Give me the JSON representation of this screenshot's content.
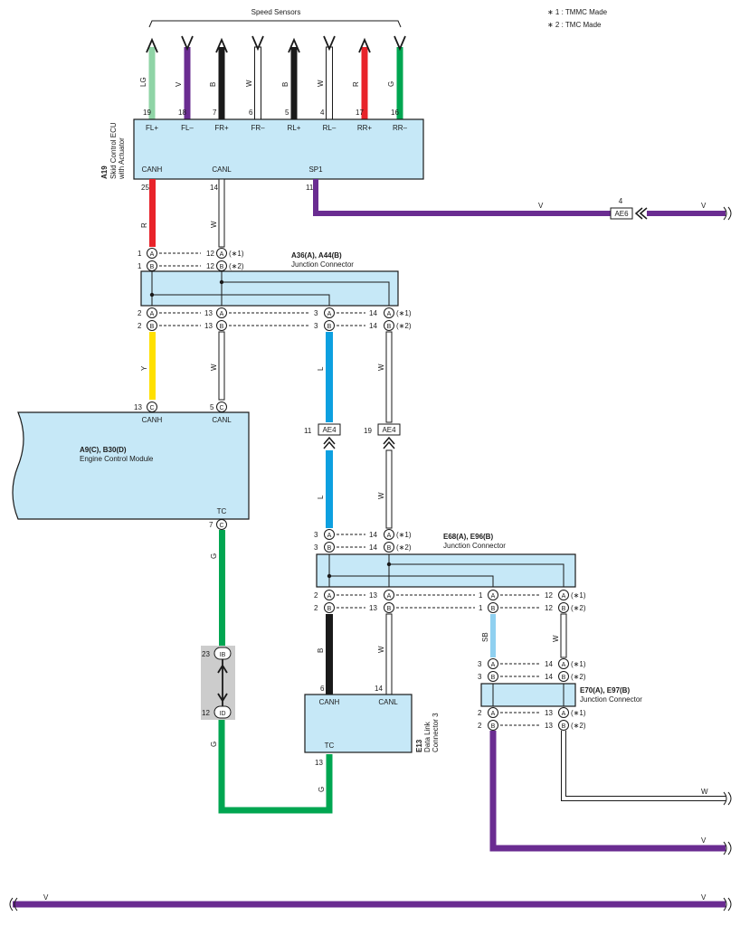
{
  "header": {
    "speed_sensors": "Speed Sensors"
  },
  "notes": {
    "n1": "∗ 1 : TMMC Made",
    "n2": "∗ 2 : TMC Made"
  },
  "colors": {
    "LG": "#8fd4a6",
    "V": "#6a2c91",
    "B": "#1a1a1a",
    "W": "#ffffff",
    "R": "#e8232a",
    "G": "#00a651",
    "Y": "#ffe000",
    "L": "#0da0e0",
    "SB": "#8fd0f0",
    "box": "#c6e8f7",
    "splice": "#cccccc"
  },
  "sensors": [
    {
      "color": "LG",
      "pin": "19",
      "label": "FL+"
    },
    {
      "color": "V",
      "pin": "18",
      "label": "FL–"
    },
    {
      "color": "B",
      "pin": "7",
      "label": "FR+"
    },
    {
      "color": "W",
      "pin": "6",
      "label": "FR–"
    },
    {
      "color": "B",
      "pin": "5",
      "label": "RL+"
    },
    {
      "color": "W",
      "pin": "4",
      "label": "RL–"
    },
    {
      "color": "R",
      "pin": "17",
      "label": "RR+"
    },
    {
      "color": "G",
      "pin": "16",
      "label": "RR–"
    }
  ],
  "a19": {
    "code": "A19",
    "line1": "Skid Control ECU",
    "line2": "with Actuator",
    "canh": "CANH",
    "canl": "CANL",
    "sp1": "SP1",
    "canh_pin": "25",
    "canl_pin": "14",
    "sp1_pin": "11",
    "canh_color": "R",
    "canl_color": "W",
    "sp1_color": "V"
  },
  "ae6": {
    "connector": "AE6",
    "pin": "4",
    "wire_left": "V",
    "wire_right": "V"
  },
  "jc1": {
    "title": "A36(A), A44(B)",
    "subtitle": "Junction Connector",
    "top": [
      {
        "pin": "1",
        "letter": "A",
        "pin2": "12",
        "letter2": "A",
        "note": "(∗1)"
      },
      {
        "pin": "1",
        "letter": "B",
        "pin2": "12",
        "letter2": "B",
        "note": "(∗2)"
      }
    ],
    "bottom": [
      {
        "p1": "2",
        "l1": "A",
        "p2": "13",
        "l2": "A",
        "p3": "3",
        "l3": "A",
        "p4": "14",
        "l4": "A",
        "note": "(∗1)"
      },
      {
        "p1": "2",
        "l1": "B",
        "p2": "13",
        "l2": "B",
        "p3": "3",
        "l3": "B",
        "p4": "14",
        "l4": "B",
        "note": "(∗2)"
      }
    ],
    "wire_y": "Y",
    "wire_w1": "W",
    "wire_l": "L",
    "wire_w2": "W"
  },
  "ecm": {
    "title": "A9(C), B30(D)",
    "subtitle": "Engine Control Module",
    "canh": "CANH",
    "canl": "CANL",
    "tc": "TC",
    "canh_pin": "13",
    "canl_pin": "5",
    "tc_pin": "7",
    "canh_letter": "C",
    "canl_letter": "C",
    "tc_letter": "C",
    "tc_wire": "G"
  },
  "ae4": {
    "connector_l": "AE4",
    "pin_l": "11",
    "connector_r": "AE4",
    "pin_r": "19",
    "wire_l": "L",
    "wire_r": "W"
  },
  "jc2": {
    "title": "E68(A), E96(B)",
    "subtitle": "Junction Connector",
    "top": [
      {
        "pin": "3",
        "letter": "A",
        "pin2": "14",
        "letter2": "A",
        "note": "(∗1)"
      },
      {
        "pin": "3",
        "letter": "B",
        "pin2": "14",
        "letter2": "B",
        "note": "(∗2)"
      }
    ],
    "bottom": [
      {
        "p1": "2",
        "l1": "A",
        "p2": "13",
        "l2": "A",
        "p3": "1",
        "l3": "A",
        "p4": "12",
        "l4": "A",
        "note": "(∗1)"
      },
      {
        "p1": "2",
        "l1": "B",
        "p2": "13",
        "l2": "B",
        "p3": "1",
        "l3": "B",
        "p4": "12",
        "l4": "B",
        "note": "(∗2)"
      }
    ],
    "wire_b": "B",
    "wire_w1": "W",
    "wire_sb": "SB",
    "wire_w2": "W"
  },
  "splice": {
    "top_pin": "23",
    "top_id": "IB",
    "bot_pin": "12",
    "bot_id": "ID",
    "wire_top": "G",
    "wire_bot": "G"
  },
  "e13": {
    "code": "E13",
    "line1": "Data Link",
    "line2": "Connector 3",
    "canh": "CANH",
    "canl": "CANL",
    "tc": "TC",
    "canh_pin": "6",
    "canl_pin": "14",
    "tc_pin": "13",
    "tc_wire": "G"
  },
  "jc3": {
    "title": "E70(A), E97(B)",
    "subtitle": "Junction Connector",
    "top": [
      {
        "pin": "3",
        "letter": "A",
        "pin2": "14",
        "letter2": "A",
        "note": "(∗1)"
      },
      {
        "pin": "3",
        "letter": "B",
        "pin2": "14",
        "letter2": "B",
        "note": "(∗2)"
      }
    ],
    "bottom": [
      {
        "pin": "2",
        "letter": "A",
        "pin2": "13",
        "letter2": "A",
        "note": "(∗1)"
      },
      {
        "pin": "2",
        "letter": "B",
        "pin2": "13",
        "letter2": "B",
        "note": "(∗2)"
      }
    ],
    "out_w": "W",
    "out_v": "V"
  },
  "bottom_bus": {
    "left": "V",
    "right": "V"
  }
}
